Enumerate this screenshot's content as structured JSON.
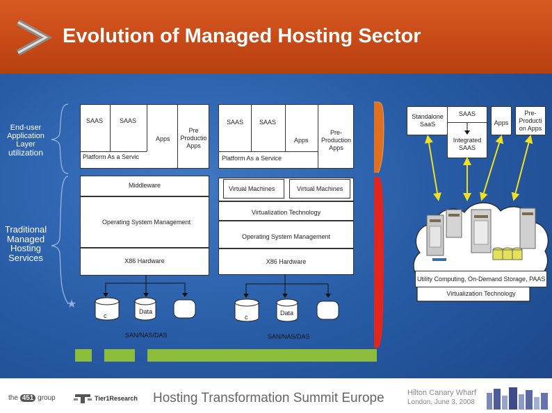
{
  "slide": {
    "title": "Evolution of Managed Hosting Sector"
  },
  "left_labels": {
    "end_user_lines": [
      "End-user",
      "Application",
      "Layer",
      "utilization"
    ],
    "traditional_lines": [
      "Traditional",
      "Managed",
      "Hosting",
      "Services"
    ]
  },
  "stack_left": {
    "saas1": "SAAS",
    "saas2": "SAAS",
    "apps": "Apps",
    "preprod_lines": [
      "Pre",
      "Productio",
      "Apps"
    ],
    "paas": "Platform As a Servic",
    "middleware": "Middleware",
    "os": "Operating System Management",
    "hw": "X86 Hardware",
    "disk_c": "c",
    "disk_data": "Data",
    "storage": "SAN/NAS/DAS"
  },
  "stack_middle": {
    "saas1": "SAAS",
    "saas2": "SAAS",
    "apps": "Apps",
    "preprod_lines": [
      "Pre-",
      "Production",
      "Apps"
    ],
    "paas": "Platform As a Service",
    "vm1": "Virtual Machines",
    "vm2": "Virtual Machines",
    "virt": "Virtualization Technology",
    "os": "Operating System Management",
    "hw": "X86 Hardware",
    "disk_c": "c",
    "disk_data": "Data",
    "storage": "SAN/NAS/DAS"
  },
  "right_cloud": {
    "standalone_lines": [
      "Standalone",
      "SaaS"
    ],
    "saas": "SAAS",
    "integrated_lines": [
      "Integrated",
      "SAAS"
    ],
    "apps": "Apps",
    "preprod_lines": [
      "Pre-",
      "Producti",
      "on Apps"
    ],
    "utility": "Utility Computing, On-Demand Storage, PAAS",
    "virt": "Virtualization Technology"
  },
  "footer": {
    "logo_451_prefix": "the",
    "logo_451_number": "451",
    "logo_451_suffix": "group",
    "tier1": "Tier1Research",
    "event": "Hosting Transformation Summit Europe",
    "venue": "Hilton Canary Wharf",
    "date": "London, June 3, 2008"
  },
  "colors": {
    "header": "#c74a17",
    "accent_orange": "#e0701f",
    "accent_red": "#e0261d",
    "bar_green": "#8cbd3a",
    "arrow_yellow": "#f2e21e"
  }
}
